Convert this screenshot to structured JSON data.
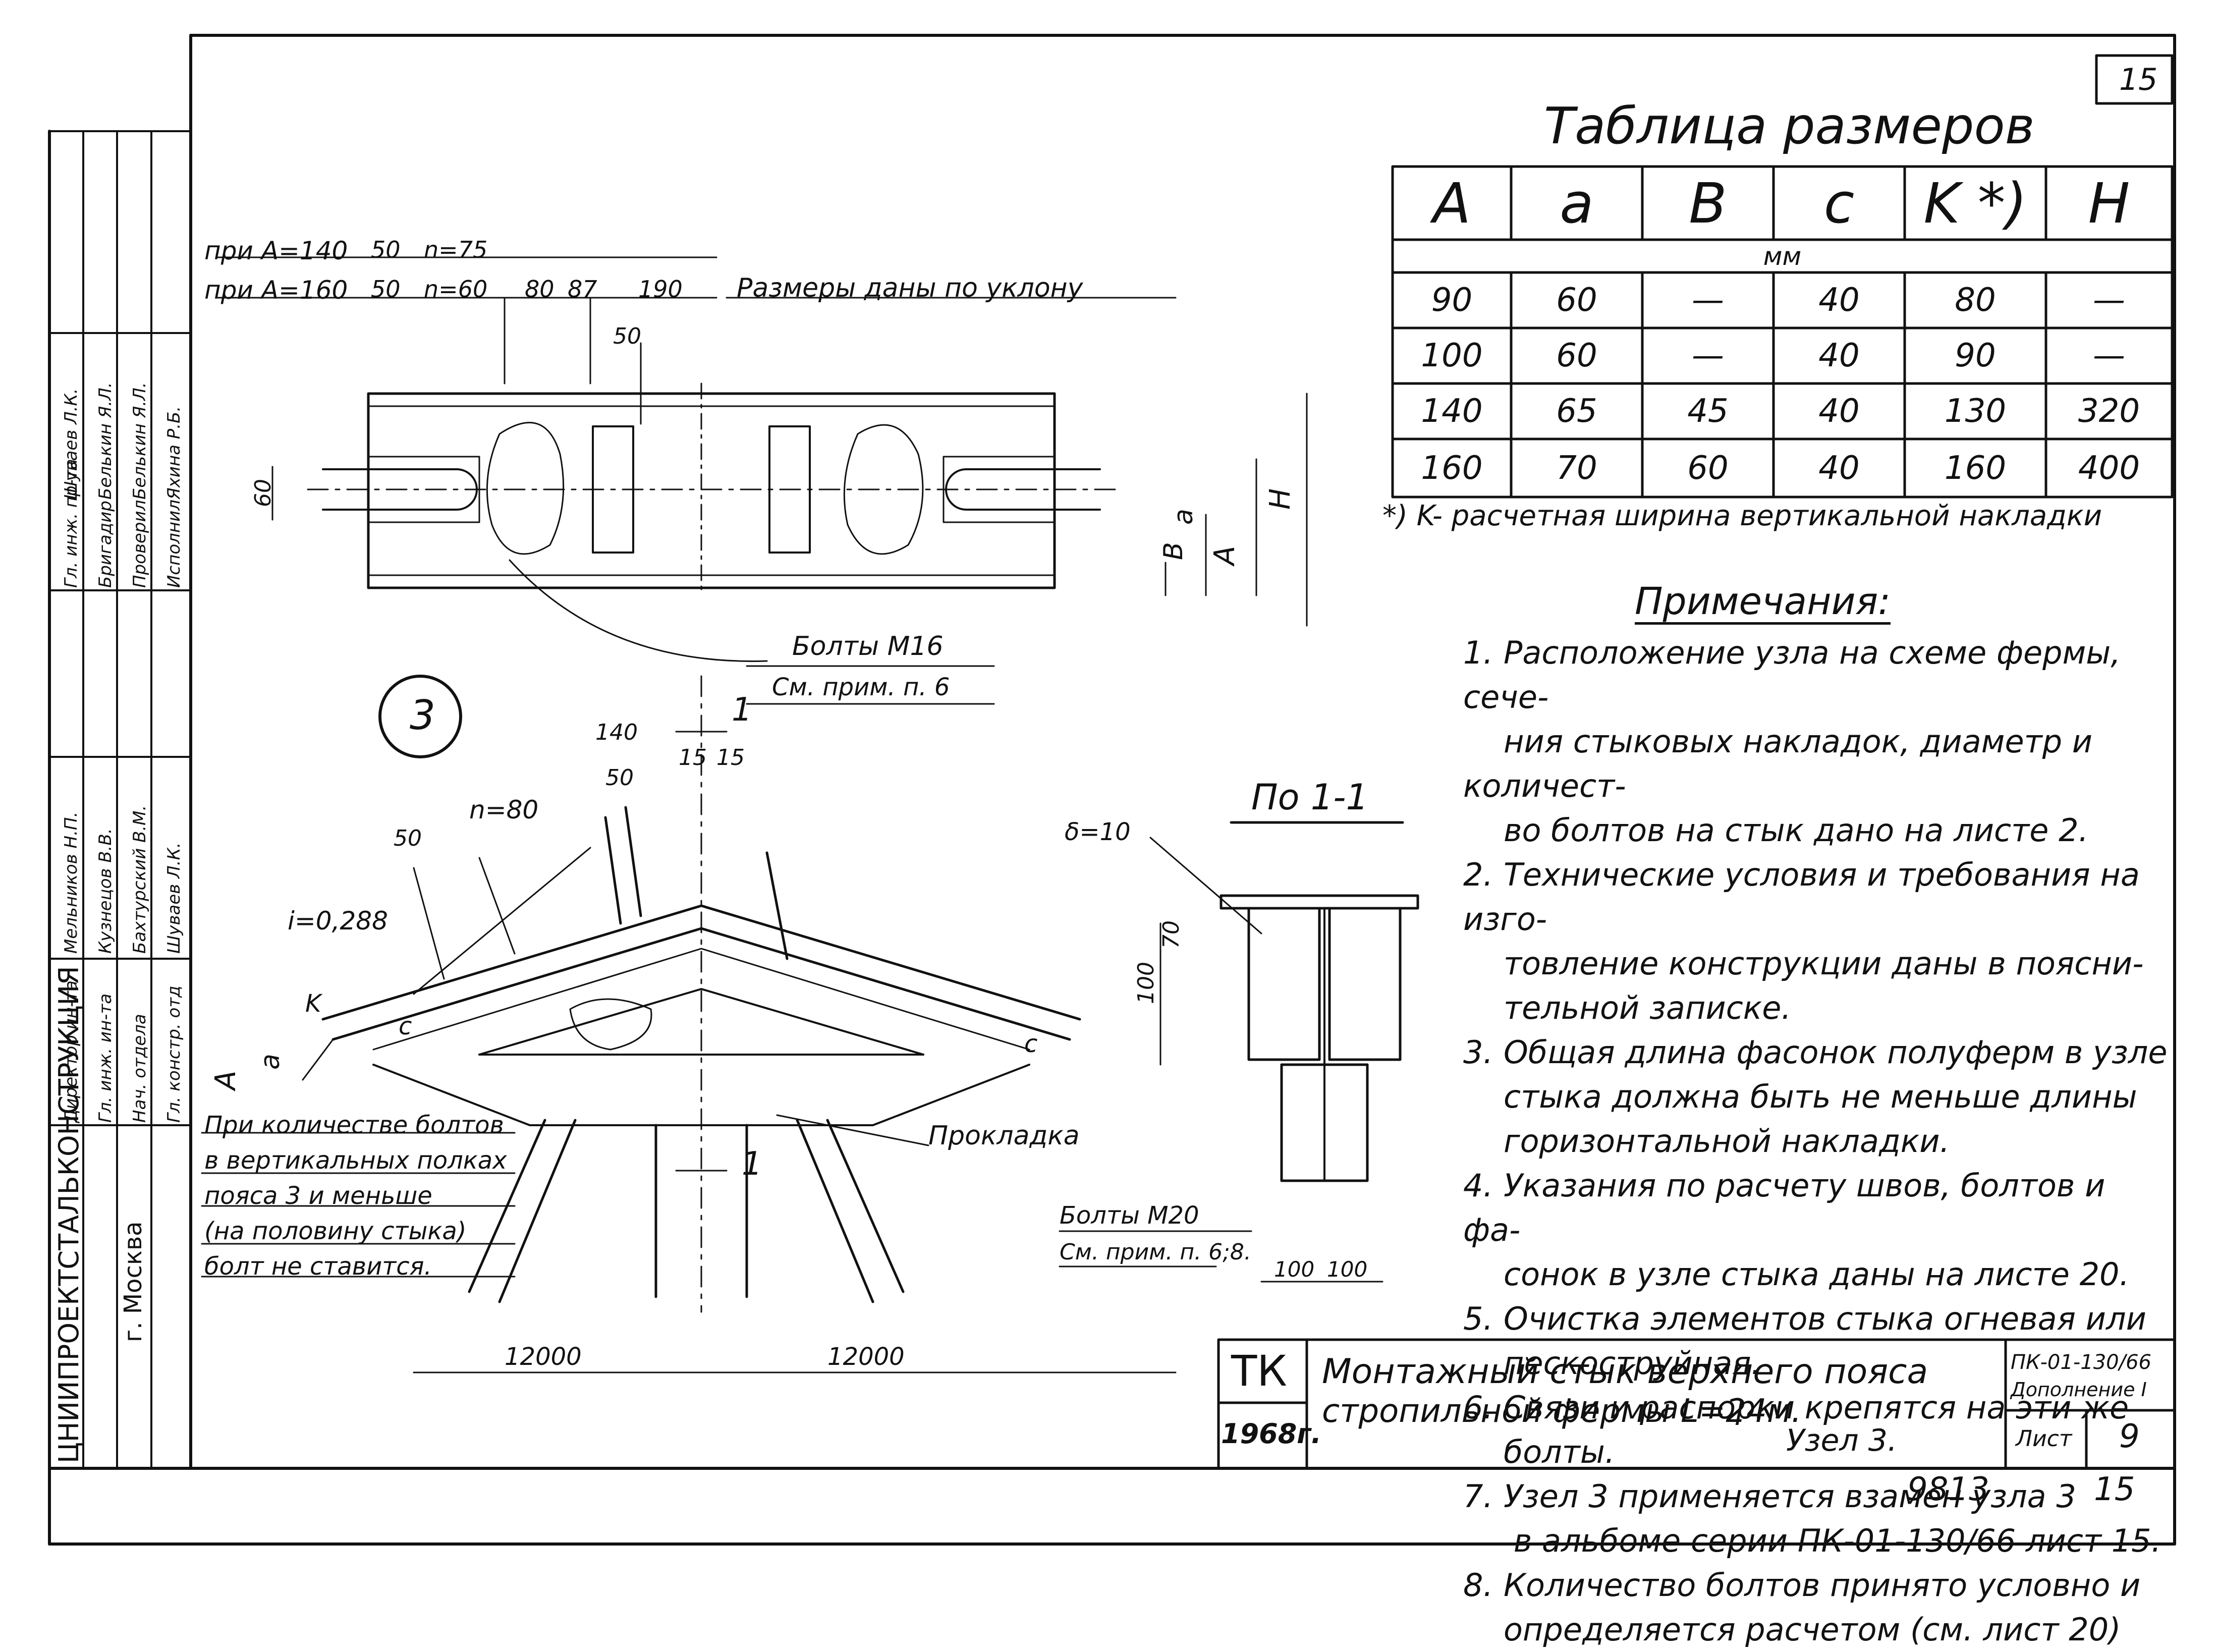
{
  "sheet_number": "15",
  "table": {
    "title": "Таблица размеров",
    "headers": [
      "A",
      "a",
      "B",
      "c",
      "K *)",
      "H"
    ],
    "units": "мм",
    "rows": [
      [
        "90",
        "60",
        "—",
        "40",
        "80",
        "—"
      ],
      [
        "100",
        "60",
        "—",
        "40",
        "90",
        "—"
      ],
      [
        "140",
        "65",
        "45",
        "40",
        "130",
        "320"
      ],
      [
        "160",
        "70",
        "60",
        "40",
        "160",
        "400"
      ]
    ],
    "footnote": "*) K- расчетная ширина вертикальной накладки"
  },
  "notes": {
    "title": "Примечания:",
    "items": [
      {
        "n": "1.",
        "lines": [
          "Расположение узла на схеме фермы, сече-",
          "ния стыковых накладок, диаметр и количест-",
          "во болтов на стык дано на листе  2."
        ]
      },
      {
        "n": "2.",
        "lines": [
          "Технические условия и требования на изго-",
          "товление конструкции даны в поясни-",
          "тельной записке."
        ]
      },
      {
        "n": "3.",
        "lines": [
          "Общая длина фасонок полуферм в узле",
          "стыка должна быть не меньше длины",
          "горизонтальной накладки."
        ]
      },
      {
        "n": "4.",
        "lines": [
          "Указания по расчету швов, болтов и фа-",
          "сонок в узле стыка даны на листе 20."
        ]
      },
      {
        "n": "5.",
        "lines": [
          "Очистка элементов стыка огневая или",
          "пескоструйная."
        ]
      },
      {
        "n": "6.",
        "lines": [
          "Связи и распорки крепятся на эти же",
          "болты."
        ]
      },
      {
        "n": "7.",
        "lines": [
          "Узел 3  применяется взамен узла 3",
          "   в альбоме серии ПК-01-130/66 лист 15."
        ]
      },
      {
        "n": "8.",
        "lines": [
          "Количество болтов принято условно и",
          "определяется расчетом (см. лист 20)"
        ]
      }
    ]
  },
  "plan_view": {
    "dim_a140": "при A=140",
    "dim_a160": "при A=160",
    "d50a": "50",
    "d75": "n=75",
    "d50b": "50",
    "d60": "n=60",
    "d80": "80",
    "d87": "87",
    "d190": "190",
    "d50c": "50",
    "slope_note": "Размеры даны по уклону",
    "d60v": "60",
    "dB": "B",
    "da": "a",
    "dA": "A",
    "dH": "H"
  },
  "bolts_m16": {
    "label": "Болты M16",
    "ref": "См. прим. п. 6"
  },
  "node_number": "3",
  "elevation": {
    "d140": "140",
    "d50a": "50",
    "d15a": "15",
    "d15b": "15",
    "d50b": "50",
    "dn80": "n=80",
    "slope": "i=0,288",
    "dK": "K",
    "dc": "c",
    "dc2": "c",
    "dA": "A",
    "da": "a",
    "section_mark": "1",
    "section_mark2": "1",
    "span_left": "12000",
    "span_right": "12000",
    "gasket": "Прокладка",
    "bolt_note": [
      "При количестве болтов",
      "в вертикальных полках",
      "пояса 3 и меньше",
      "(на половину стыка)",
      "болт не ставится."
    ]
  },
  "section_1_1": {
    "title": "По 1-1",
    "delta": "δ=10",
    "d100": "100",
    "d70": "70",
    "bolts_label": "Болты M20",
    "bolts_ref": "См. прим. п. 6;8.",
    "b100a": "100",
    "b100b": "100"
  },
  "title_block": {
    "org": "ЦНИИПРОЕКТСТАЛЬКОНСТРУКЦИЯ",
    "city": "г. Москва",
    "tk": "ТК",
    "year": "1968г.",
    "title_line1": "Монтажный стык верхнего пояса",
    "title_line2": "стропильной фермы L=24м.",
    "node": "Узел 3.",
    "series": "ПК-01-130/66",
    "addition": "Дополнение I",
    "sheet_label": "Лист",
    "sheet": "9",
    "inv": "9813",
    "page": "15"
  },
  "signatures": {
    "roles": [
      "Директор ин-та",
      "Гл. инж. ин-та",
      "Нач. отдела",
      "Гл. констр. отд"
    ],
    "names": [
      "Мельников Н.П.",
      "Кузнецов В.В.",
      "Бахтурский В.М.",
      "Шуваев Л.К."
    ],
    "roles2": [
      "Гл. инж. пр-та",
      "Бригадир",
      "Проверил",
      "Исполнил"
    ],
    "names2": [
      "Шуваев Л.К.",
      "Белькин Я.Л.",
      "Белькин Я.Л.",
      "Яхина Р.Б."
    ]
  }
}
